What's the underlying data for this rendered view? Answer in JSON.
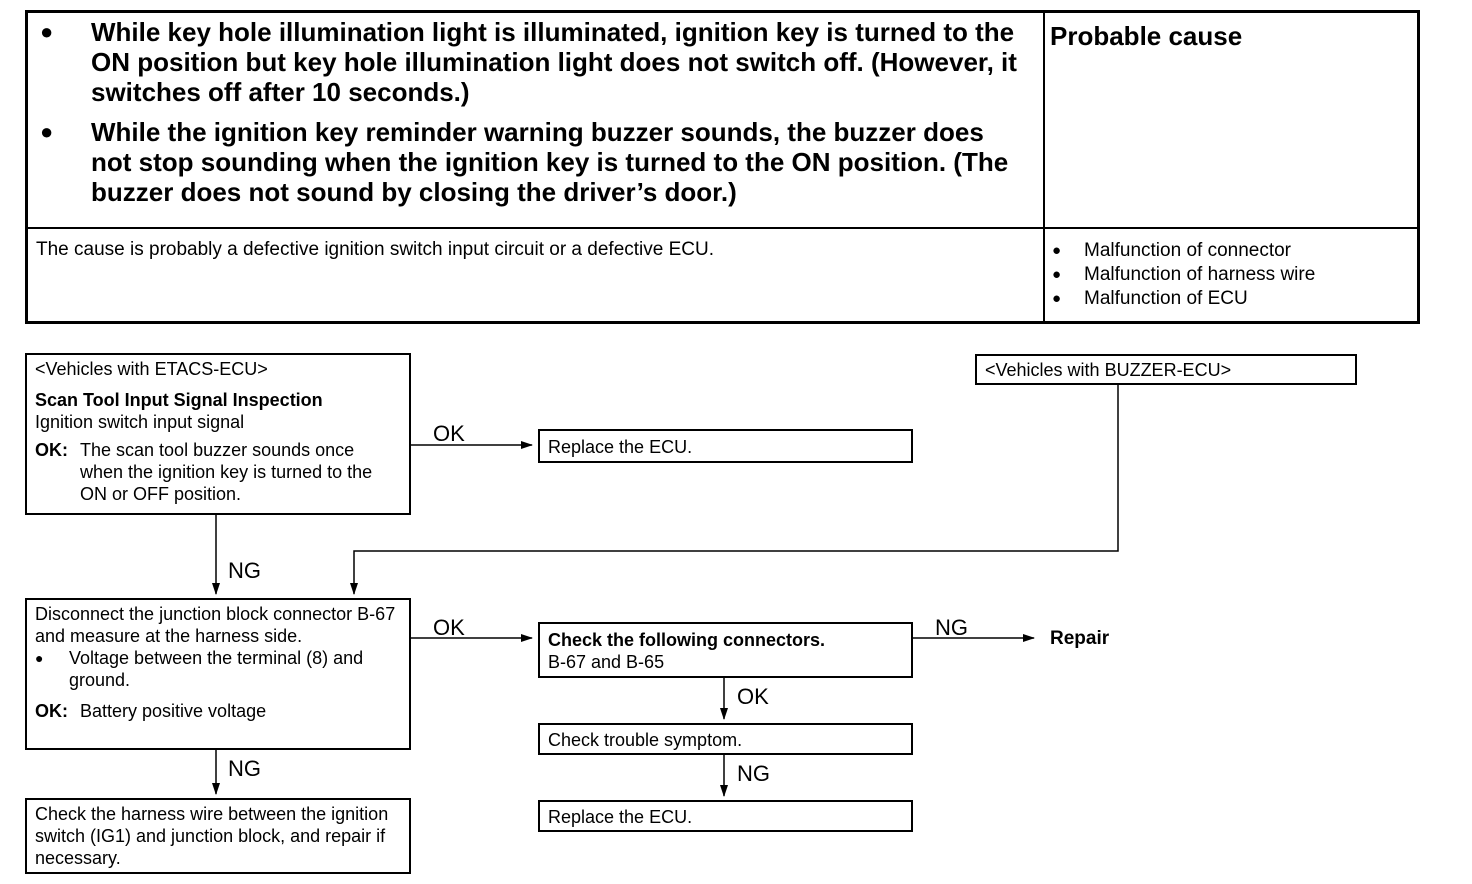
{
  "header": {
    "symptoms": [
      "While key hole illumination light is illuminated, ignition key is turned to the ON position but key hole illumination light does not switch off.  (However, it switches off after 10 seconds.)",
      "While the ignition key reminder warning buzzer sounds, the buzzer does not stop sounding when the ignition key is turned to the ON position. (The buzzer does not sound by closing the driver’s door.)"
    ],
    "probable_cause_title": "Probable cause",
    "description": "The cause is probably a defective ignition switch input circuit or a defective ECU.",
    "causes": [
      "Malfunction of connector",
      "Malfunction of harness wire",
      "Malfunction of ECU"
    ]
  },
  "flow": {
    "etacs_title": "<Vehicles with ETACS-ECU>",
    "scan_title": "Scan Tool Input Signal Inspection",
    "scan_sub": "Ignition switch input signal",
    "ok_prefix": "OK:",
    "scan_ok": "The scan tool buzzer sounds once when the ignition key is turned to the ON or OFF position.",
    "buzzer_title": "<Vehicles with BUZZER-ECU>",
    "replace_ecu_1": "Replace the ECU.",
    "disconnect_text": "Disconnect the junction block connector B-67 and measure at the harness side.",
    "voltage_item": "Voltage between the terminal (8) and ground.",
    "voltage_ok": "Battery positive voltage",
    "check_conn_title": "Check the following connectors.",
    "check_conn_sub": "B-67 and B-65",
    "repair": "Repair",
    "check_trouble": "Check trouble symptom.",
    "replace_ecu_2": "Replace the ECU.",
    "check_harness": "Check the harness wire between the ignition switch (IG1) and junction block, and repair if necessary.",
    "ok": "OK",
    "ng": "NG"
  }
}
